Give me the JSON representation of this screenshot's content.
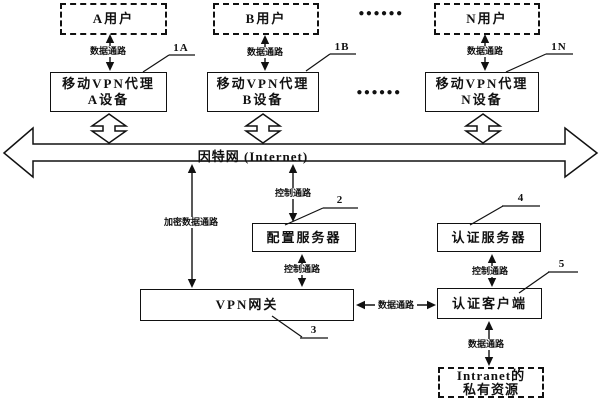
{
  "figure": {
    "users": [
      {
        "label": "A用户",
        "callout": "1A"
      },
      {
        "label": "B用户",
        "callout": "1B"
      },
      {
        "label": "N用户",
        "callout": "1N"
      }
    ],
    "proxies": [
      {
        "line1": "移动VPN代理",
        "line2": "A设备"
      },
      {
        "line1": "移动VPN代理",
        "line2": "B设备"
      },
      {
        "line1": "移动VPN代理",
        "line2": "N设备"
      }
    ],
    "ellipsis": "●●●●●●",
    "internet": {
      "label": "因特网 (Internet)"
    },
    "nodes": {
      "config_server": {
        "label": "配置服务器",
        "callout": "2"
      },
      "vpn_gateway": {
        "label": "VPN网关",
        "callout": "3"
      },
      "auth_server": {
        "label": "认证服务器",
        "callout": "4"
      },
      "auth_client": {
        "label": "认证客户端",
        "callout": "5"
      },
      "intranet": {
        "line1": "Intranet的",
        "line2": "私有资源"
      }
    },
    "channels": {
      "data": "数据通路",
      "control": "控制通路",
      "encrypted_data": "加密数据通路"
    }
  }
}
